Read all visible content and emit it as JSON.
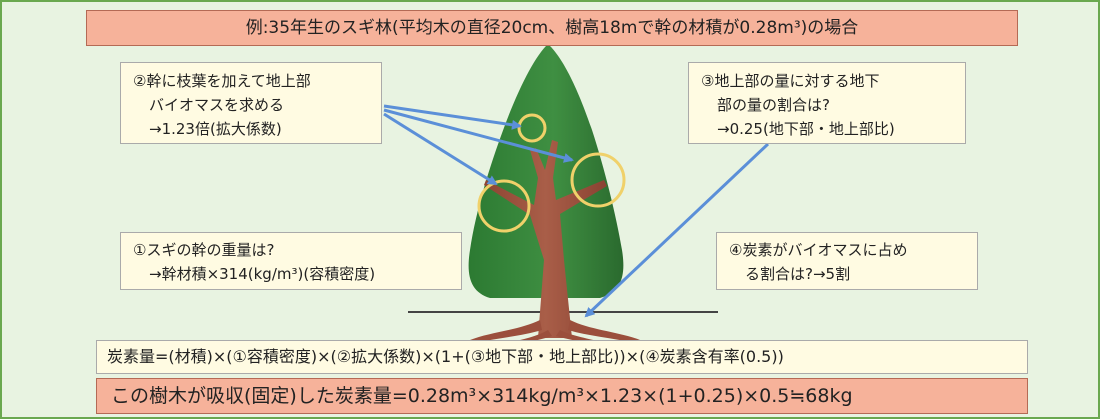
{
  "title": "例:35年生のスギ林(平均木の直径20cm、樹高18mで幹の材積が0.28m³)の場合",
  "note2": {
    "line1": "②幹に枝葉を加えて地上部",
    "line2": "バイオマスを求める",
    "line3": "→1.23倍(拡大係数)"
  },
  "note3": {
    "line1": "③地上部の量に対する地下",
    "line2": "部の量の割合は?",
    "line3": "→0.25(地下部・地上部比)"
  },
  "note1": {
    "line1": "①スギの幹の重量は?",
    "line2": "→幹材積×314(kg/m³)(容積密度)"
  },
  "note4": {
    "line1": "④炭素がバイオマスに占め",
    "line2": "る割合は?→5割"
  },
  "formula": "炭素量=(材積)×(①容積密度)×(②拡大係数)×(1+(③地下部・地上部比))×(④炭素含有率(0.5))",
  "result": "この樹木が吸収(固定)した炭素量=0.28m³×314kg/m³×1.23×(1+0.25)×0.5≒68kg",
  "colors": {
    "panel_bg": "#e8f3e1",
    "header_fill": "#f6b29a",
    "note_fill": "#fffbe2",
    "foliage": "#2f7a33",
    "trunk": "#9b4f3c",
    "arrow": "#5b8fd8",
    "highlight_circle": "#f0d16a"
  }
}
